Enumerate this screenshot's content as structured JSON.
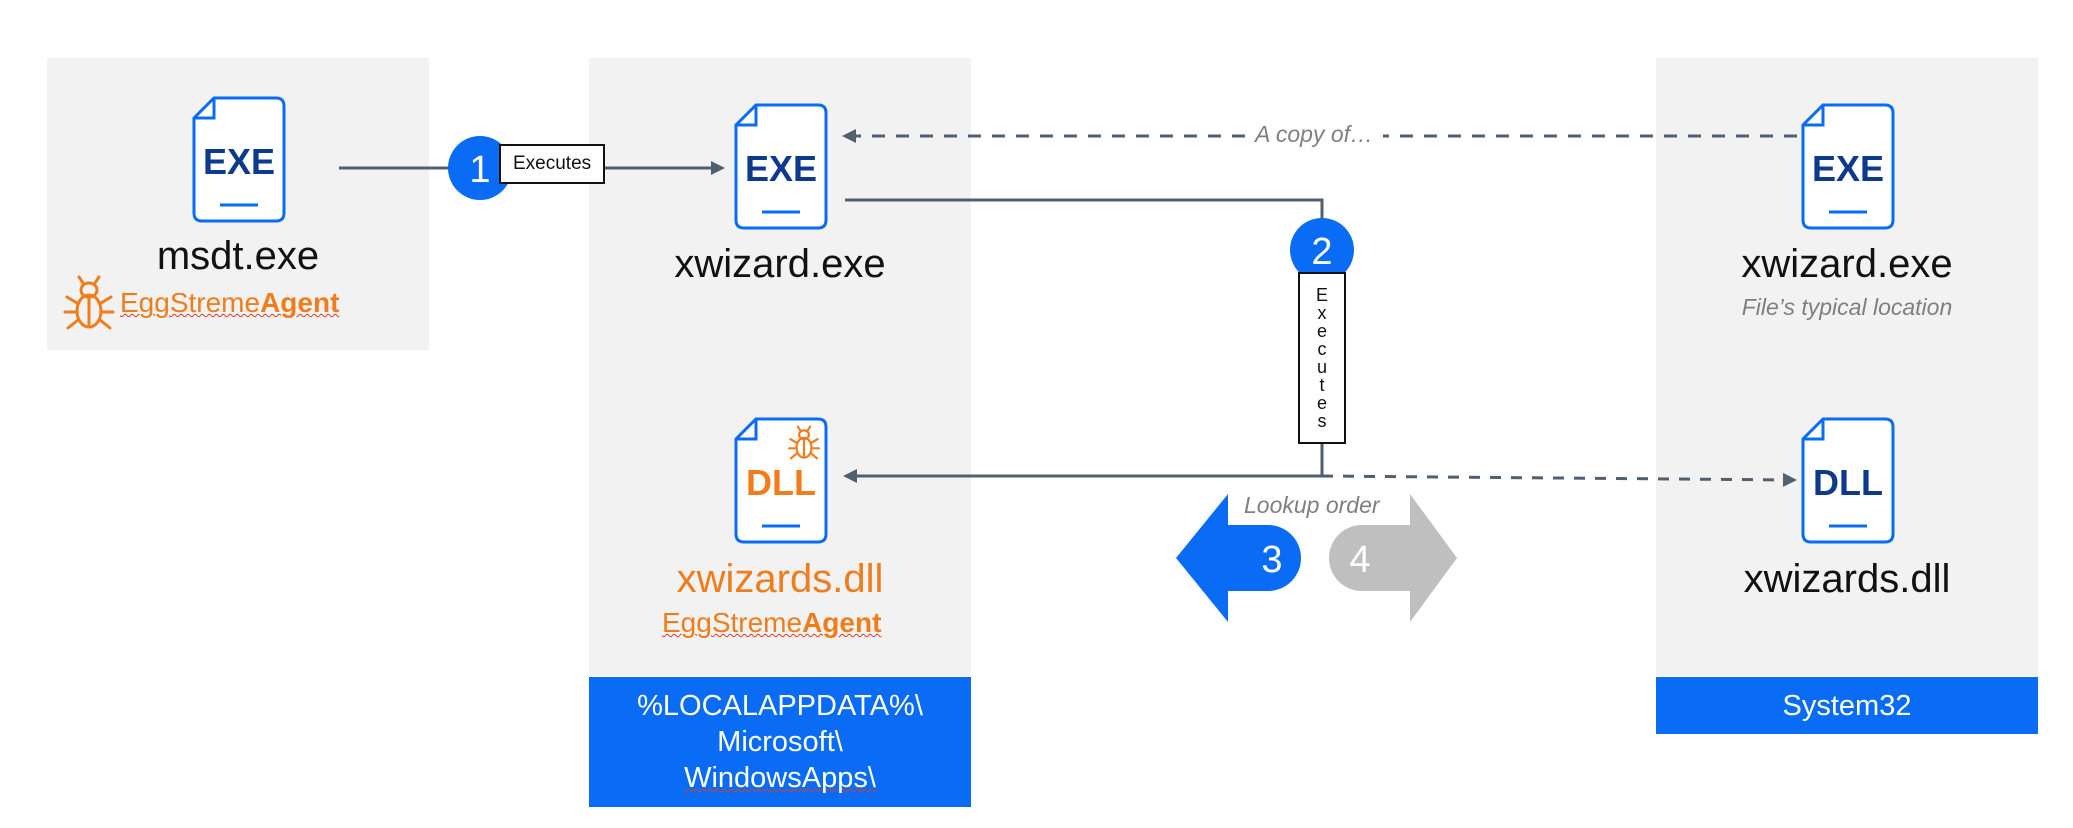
{
  "icons": {
    "msdt": "EXE",
    "xwizard_local": "EXE",
    "xwizard_sys": "EXE",
    "dll_local": "DLL",
    "dll_sys": "DLL"
  },
  "source": {
    "file_name": "msdt.exe",
    "brand_prefix": "EggStreme",
    "brand_suffix": "Agent"
  },
  "local": {
    "exe_name": "xwizard.exe",
    "dll_name": "xwizards.dll",
    "brand_prefix": "EggStreme",
    "brand_suffix": "Agent",
    "path_lines": [
      "%LOCALAPPDATA%\\",
      "Microsoft\\",
      "WindowsApps\\"
    ]
  },
  "system": {
    "exe_name": "xwizard.exe",
    "exe_note": "File’s typical location",
    "dll_name": "xwizards.dll",
    "path": "System32"
  },
  "steps": {
    "step1_number": "1",
    "step1_label": "Executes",
    "step2_number": "2",
    "step2_letters": [
      "E",
      "x",
      "e",
      "c",
      "u",
      "t",
      "e",
      "s"
    ],
    "step3_number": "3",
    "step4_number": "4",
    "copy_note": "A copy of…",
    "lookup_note": "Lookup order"
  },
  "colors": {
    "accent_blue": "#0a6cf5",
    "file_blue": "#0a6cf5",
    "file_text_blue": "#0d3a8c",
    "malicious_orange": "#f07d1b",
    "connector_gray": "#4f6071",
    "lookup_gray": "#bfbfbf"
  }
}
